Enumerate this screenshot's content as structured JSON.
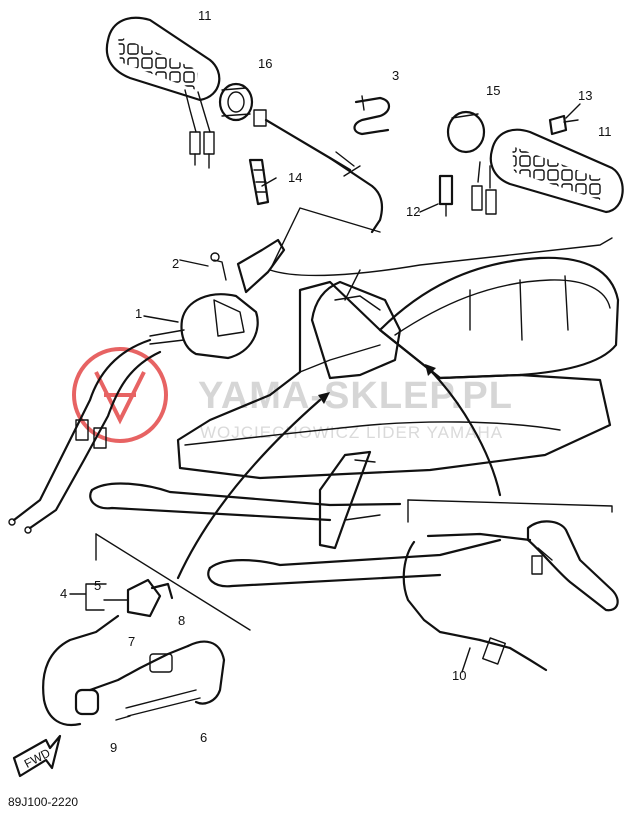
{
  "diagram": {
    "callouts": {
      "c1": "1",
      "c2": "2",
      "c3": "3",
      "c4": "4",
      "c5": "5",
      "c6": "6",
      "c7": "7",
      "c8": "8",
      "c9": "9",
      "c10": "10",
      "c11a": "11",
      "c11b": "11",
      "c12": "12",
      "c13": "13",
      "c14": "14",
      "c15": "15",
      "c16": "16"
    },
    "fwd_label": "FWD",
    "figure_code": "89J100-2220"
  },
  "watermark": {
    "title": "YAMA-SKLEP.PL",
    "subtitle": "WOJCIECHOWICZ LIDER YAMAHA",
    "color": "#e03030"
  }
}
